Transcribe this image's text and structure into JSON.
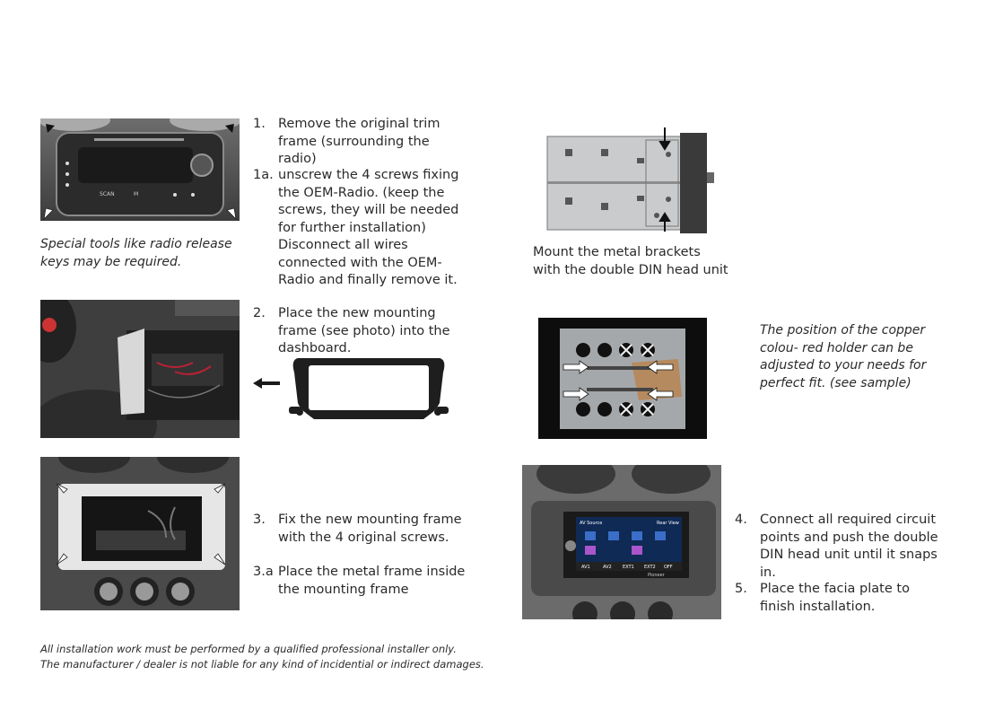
{
  "steps": {
    "s1": {
      "num": "1.",
      "text": "Remove the original trim frame (surrounding the radio)"
    },
    "s1a": {
      "num": "1a.",
      "text": "unscrew the 4 screws fixing the OEM-Radio. (keep the screws, they will be needed for further installation) Disconnect all wires connected with the OEM-Radio and finally remove it."
    },
    "s2": {
      "num": "2.",
      "text": "Place the new mounting frame (see photo) into the dashboard."
    },
    "s3": {
      "num": "3.",
      "text": "Fix the new mounting frame with the 4 original screws."
    },
    "s3a": {
      "num": "3.a",
      "text": "Place the metal frame inside the mounting frame"
    },
    "s4": {
      "num": "4.",
      "text": "Connect all required circuit points and push the double DIN head unit until it snaps in."
    },
    "s5": {
      "num": "5.",
      "text": "Place the facia plate to finish installation."
    }
  },
  "notes": {
    "tools": "Special tools like radio release keys may be required.",
    "brackets": "Mount the metal brackets with the double DIN head unit",
    "copper": "The position of the copper colou- red holder can be adjusted to your needs for perfect fit. (see sample)"
  },
  "footer": {
    "line1": "All installation work must be performed by a qualified professional installer only.",
    "line2": "The manufacturer / dealer is not liable for any kind of incidential or indirect damages."
  },
  "radio_labels": {
    "scan": "SCAN",
    "m": "M"
  },
  "screen": {
    "title": "AV Source",
    "corner": "Rear View",
    "buttons": [
      "AV1",
      "AV2",
      "EXT1",
      "EXT2",
      "OFF"
    ],
    "brand": "Pioneer"
  },
  "colors": {
    "text": "#2a2a2a",
    "dash": "#4a4a4a",
    "copper": "#b58a5e",
    "plate": "#a5a8aa"
  }
}
